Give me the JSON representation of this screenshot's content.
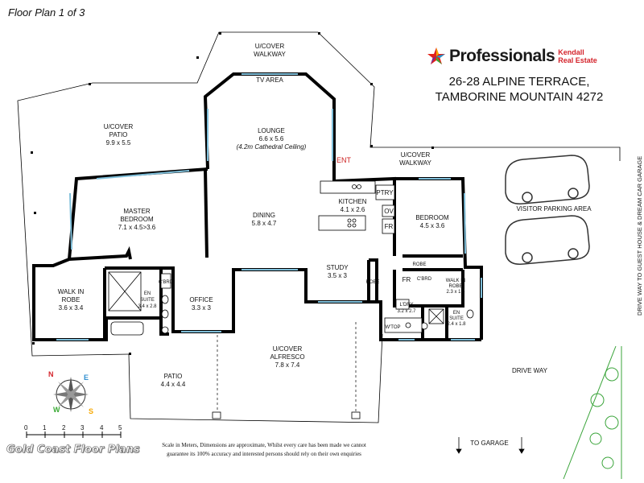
{
  "title": "Floor Plan 1 of 3",
  "brand": {
    "name": "Professionals",
    "sub_line1": "Kendall",
    "sub_line2": "Real Estate",
    "star_colors": [
      "#e2231a",
      "#f7a800",
      "#1e9ad6",
      "#3aaa35",
      "#7a2a90"
    ]
  },
  "address": {
    "line1": "26-28 ALPINE TERRACE,",
    "line2": "TAMBORINE MOUNTAIN 4272"
  },
  "rooms": {
    "walkway_top": {
      "l1": "U/COVER",
      "l2": "WALKWAY"
    },
    "tv_area": "TV AREA",
    "lounge": {
      "l1": "LOUNGE",
      "l2": "6.6 x 5.6",
      "l3": "(4.2m Cathedral Ceiling)"
    },
    "patio_left": {
      "l1": "U/COVER",
      "l2": "PATIO",
      "l3": "9.9 x 5.5"
    },
    "ent": "ENT",
    "walkway_right": {
      "l1": "U/COVER",
      "l2": "WALKWAY"
    },
    "master": {
      "l1": "MASTER",
      "l2": "BEDROOM",
      "l3": "7.1 x 4.5>3.6"
    },
    "dining": {
      "l1": "DINING",
      "l2": "5.8 x 4.7"
    },
    "kitchen": {
      "l1": "KITCHEN",
      "l2": "4.1 x 2.6"
    },
    "ptry": "PTRY",
    "ov": "OV",
    "fr": "FR",
    "bedroom": {
      "l1": "BEDROOM",
      "l2": "4.5 x 3.6"
    },
    "visitor_parking": "VISITOR PARKING AREA",
    "walk_in_robe_left": {
      "l1": "WALK IN",
      "l2": "ROBE",
      "l3": "3.6 x 3.4"
    },
    "en_suite_left": {
      "l1": "EN",
      "l2": "SUITE",
      "l3": "3.4 x 2.8"
    },
    "cbrd_left": "C'BRD",
    "office": {
      "l1": "OFFICE",
      "l2": "3.3 x 3"
    },
    "study": {
      "l1": "STUDY",
      "l2": "3.5 x 3"
    },
    "robe_mid": "ROBE",
    "robe_bed": "ROBE",
    "fr2": "FR",
    "cbrd_right": "C'BRD",
    "ldry": {
      "l1": "L'DRY",
      "l2": "3.2 x 2.7"
    },
    "wtop": "W'TOP",
    "walk_in_robe_right": {
      "l1": "WALK IN",
      "l2": "ROBE",
      "l3": "2.3 x 1.4"
    },
    "en_suite_right": {
      "l1": "EN",
      "l2": "SUITE",
      "l3": "2.4 x 1.8"
    },
    "alfresco": {
      "l1": "U/COVER",
      "l2": "ALFRESCO",
      "l3": "7.8 x 7.4"
    },
    "patio_bottom": {
      "l1": "PATIO",
      "l2": "4.4 x 4.4"
    },
    "drive_way": "DRIVE WAY",
    "to_garage": "TO GARAGE",
    "drive_side": "DRIVE WAY TO GUEST HOUSE & DREAM CAR GARAGE"
  },
  "compass": {
    "n": "N",
    "e": "E",
    "s": "S",
    "w": "W"
  },
  "scale": {
    "ticks": [
      "0",
      "1",
      "2",
      "3",
      "4",
      "5"
    ]
  },
  "footer": {
    "company": "Gold Coast Floor Plans",
    "disclaimer_line1": "Scale in Meters, Dimensions are approximate, Whilst every care has been made we cannot",
    "disclaimer_line2": "guarantee its 100% accuracy and interested persons should rely on their own enquiries"
  },
  "colors": {
    "wall": "#000000",
    "window": "#9fd3e8",
    "ent": "#cc1f1f"
  }
}
